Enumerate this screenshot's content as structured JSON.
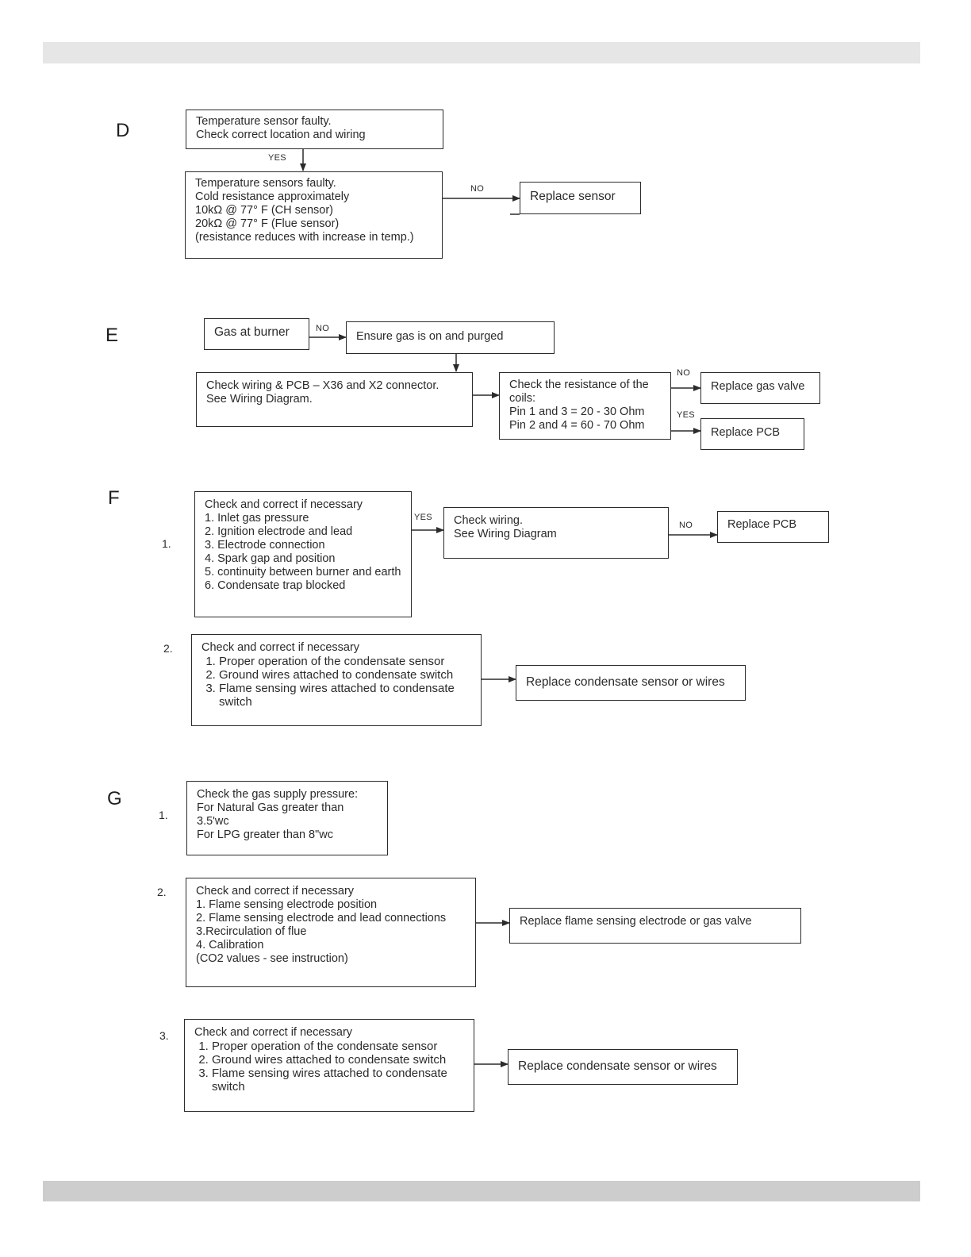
{
  "sections": {
    "D": {
      "letter": "D",
      "box1": "Temperature sensor faulty.\nCheck correct location and wiring",
      "yes_label": "YES",
      "box2": "Temperature sensors faulty.\nCold resistance approximately\n10kΩ @ 77° F (CH sensor)\n20kΩ @ 77° F (Flue sensor)\n(resistance reduces with increase in temp.)",
      "no_label": "NO",
      "box3": "Replace sensor"
    },
    "E": {
      "letter": "E",
      "box1": "Gas at burner",
      "no_label": "NO",
      "box2": "Ensure gas is on and purged",
      "box3": "Check wiring & PCB – X36 and X2 connector.\nSee Wiring Diagram.",
      "box4": "Check the resistance of the coils:\nPin 1 and 3 = 20 - 30 Ohm\nPin 2 and 4 = 60 - 70 Ohm",
      "no_label2": "NO",
      "box5": "Replace gas valve",
      "yes_label": "YES",
      "box6": "Replace PCB"
    },
    "F": {
      "letter": "F",
      "item1": {
        "number": "1.",
        "box1": "Check and correct if necessary\n1. Inlet gas pressure\n2. Ignition electrode and lead\n3. Electrode connection\n4. Spark gap and position\n5. continuity between burner and earth\n6. Condensate trap blocked",
        "yes_label": "YES",
        "box2": "Check wiring.\nSee Wiring Diagram",
        "no_label": "NO",
        "box3": "Replace PCB"
      },
      "item2": {
        "number": "2.",
        "heading": "Check and correct if necessary",
        "list": [
          "Proper operation of the condensate sensor",
          "Ground wires attached to condensate switch",
          "Flame sensing wires attached to condensate switch"
        ],
        "box2": "Replace condensate sensor or wires"
      }
    },
    "G": {
      "letter": "G",
      "item1": {
        "number": "1.",
        "box1": "Check the gas supply pressure:\nFor Natural Gas greater than\n3.5'wc\nFor LPG greater than 8\"wc"
      },
      "item2": {
        "number": "2.",
        "box1": "Check and correct if necessary\n1. Flame sensing electrode position\n2. Flame sensing electrode and lead connections\n3.Recirculation of flue\n4. Calibration\n(CO2 values - see instruction)",
        "box2": "Replace flame sensing electrode or gas valve"
      },
      "item3": {
        "number": "3.",
        "heading": "Check and correct if necessary",
        "list": [
          "Proper operation of the condensate sensor",
          "Ground wires attached to condensate switch",
          "Flame sensing wires attached to condensate switch"
        ],
        "box2": "Replace condensate sensor or wires"
      }
    }
  }
}
